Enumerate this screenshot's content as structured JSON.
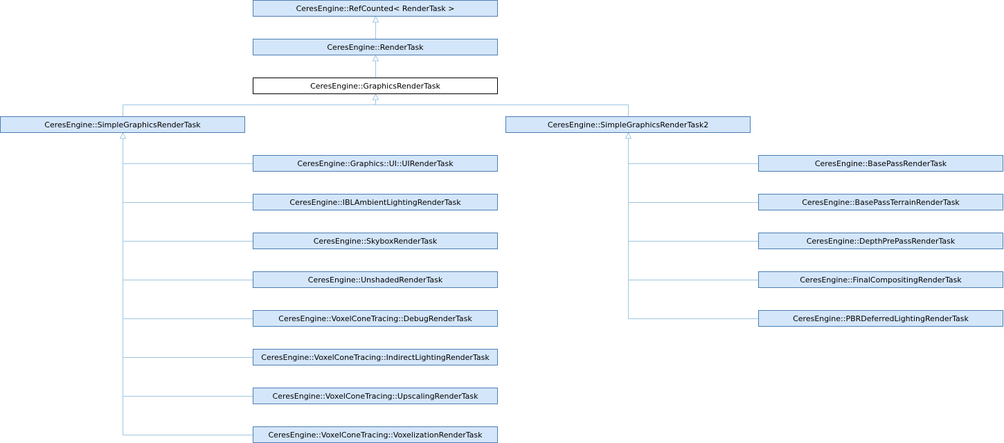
{
  "colors": {
    "edge": "#9fc6e0",
    "node_fill": "#d4e6fa",
    "node_border": "#4c7eb3",
    "current_fill": "#ffffff",
    "current_border": "#000000"
  },
  "nodes": {
    "refcounted": "CeresEngine::RefCounted< RenderTask >",
    "rendertask": "CeresEngine::RenderTask",
    "graphicsrendertask": "CeresEngine::GraphicsRenderTask",
    "simple": "CeresEngine::SimpleGraphicsRenderTask",
    "simple2": "CeresEngine::SimpleGraphicsRenderTask2",
    "ui": "CeresEngine::Graphics::UI::UIRenderTask",
    "ibl": "CeresEngine::IBLAmbientLightingRenderTask",
    "skybox": "CeresEngine::SkyboxRenderTask",
    "unshaded": "CeresEngine::UnshadedRenderTask",
    "vct_debug": "CeresEngine::VoxelConeTracing::DebugRenderTask",
    "vct_indirect": "CeresEngine::VoxelConeTracing::IndirectLightingRenderTask",
    "vct_upscaling": "CeresEngine::VoxelConeTracing::UpscalingRenderTask",
    "vct_voxelization": "CeresEngine::VoxelConeTracing::VoxelizationRenderTask",
    "basepass": "CeresEngine::BasePassRenderTask",
    "basepass_terrain": "CeresEngine::BasePassTerrainRenderTask",
    "depthprepass": "CeresEngine::DepthPrePassRenderTask",
    "finalcompositing": "CeresEngine::FinalCompositingRenderTask",
    "pbrdeferred": "CeresEngine::PBRDeferredLightingRenderTask"
  },
  "edges": [
    [
      "rendertask",
      "refcounted"
    ],
    [
      "graphicsrendertask",
      "rendertask"
    ],
    [
      "simple",
      "graphicsrendertask"
    ],
    [
      "simple2",
      "graphicsrendertask"
    ],
    [
      "ui",
      "simple"
    ],
    [
      "ibl",
      "simple"
    ],
    [
      "skybox",
      "simple"
    ],
    [
      "unshaded",
      "simple"
    ],
    [
      "vct_debug",
      "simple"
    ],
    [
      "vct_indirect",
      "simple"
    ],
    [
      "vct_upscaling",
      "simple"
    ],
    [
      "vct_voxelization",
      "simple"
    ],
    [
      "basepass",
      "simple2"
    ],
    [
      "basepass_terrain",
      "simple2"
    ],
    [
      "depthprepass",
      "simple2"
    ],
    [
      "finalcompositing",
      "simple2"
    ],
    [
      "pbrdeferred",
      "simple2"
    ]
  ]
}
